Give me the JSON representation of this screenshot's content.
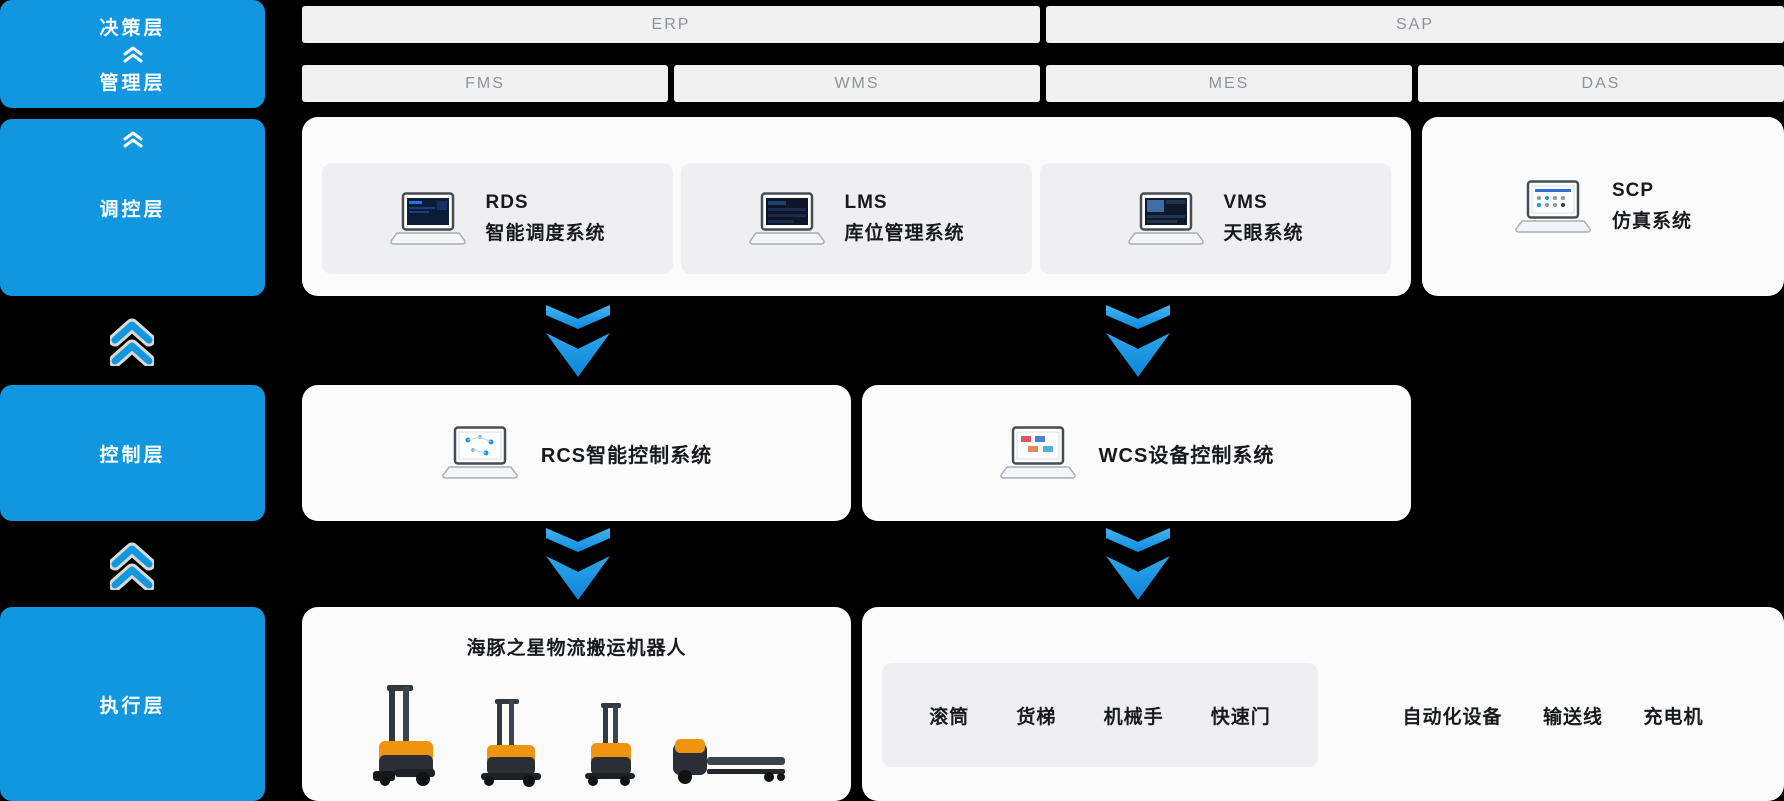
{
  "colors": {
    "accent_blue": "#1196e0",
    "page_bg": "#000000",
    "bar_bg": "#f1f1f2",
    "bar_text": "#8e939b",
    "panel_bg": "#fbfbfb",
    "inner_card_bg": "#efeff1",
    "text_dark": "#17191d",
    "robot_orange": "#f0930f"
  },
  "icons": {
    "laptop": "laptop-icon",
    "up_arrow": "double-chevron-up-icon",
    "down_arrow": "double-chevron-down-icon",
    "robots": [
      "reach-forklift-robot",
      "counterbalance-forklift-robot",
      "pallet-stacker-robot",
      "pallet-truck-robot"
    ]
  },
  "sidebar": {
    "decision_label": "决策层",
    "management_label": "管理层",
    "regulation_label": "调控层",
    "control_label": "控制层",
    "execution_label": "执行层"
  },
  "top_bars": {
    "row1": [
      {
        "label": "ERP"
      },
      {
        "label": "SAP"
      }
    ],
    "row2": [
      {
        "label": "FMS"
      },
      {
        "label": "WMS"
      },
      {
        "label": "MES"
      },
      {
        "label": "DAS"
      }
    ]
  },
  "regulation_tier": {
    "systems": [
      {
        "code": "RDS",
        "name": "智能调度系统"
      },
      {
        "code": "LMS",
        "name": "库位管理系统"
      },
      {
        "code": "VMS",
        "name": "天眼系统"
      }
    ],
    "solo_system": {
      "code": "SCP",
      "name": "仿真系统"
    }
  },
  "control_tier": {
    "left_label": "RCS智能控制系统",
    "right_label": "WCS设备控制系统"
  },
  "execution_tier": {
    "robots_title": "海豚之星物流搬运机器人",
    "devices_primary": [
      "滚筒",
      "货梯",
      "机械手",
      "快速门"
    ],
    "devices_secondary": [
      "自动化设备",
      "输送线",
      "充电机"
    ]
  }
}
